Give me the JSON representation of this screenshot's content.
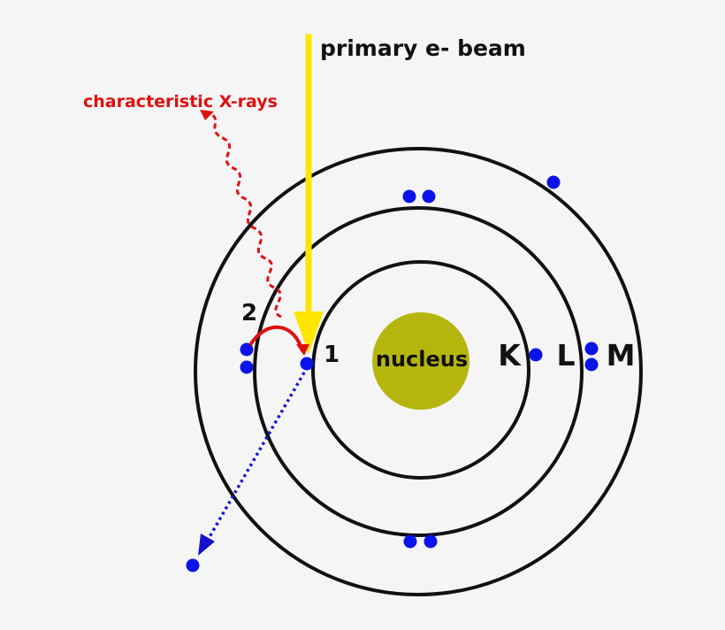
{
  "labels": {
    "primary_beam": "primary e- beam",
    "characteristic_xrays": "characteristic X-rays",
    "nucleus": "nucleus",
    "step_1": "1",
    "step_2": "2"
  },
  "shells": [
    {
      "name": "K"
    },
    {
      "name": "L"
    },
    {
      "name": "M"
    }
  ],
  "colors": {
    "background": "#f5f5f5",
    "shell_stroke": "#111111",
    "nucleus_fill": "#b5b50e",
    "beam": "#ffe600",
    "electron": "#0a14e8",
    "xray": "#e01010",
    "transition_arrow": "#e01010",
    "ejected_path": "#1212d0"
  }
}
